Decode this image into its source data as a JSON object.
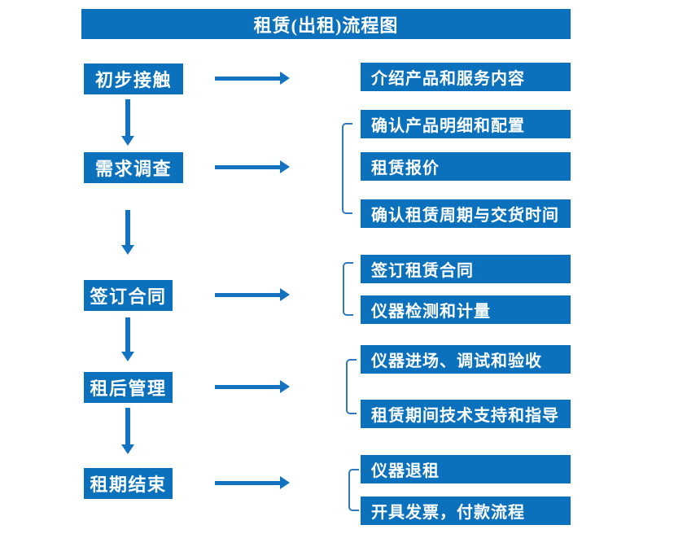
{
  "title": "租赁(出租)流程图",
  "steps": [
    {
      "label": "初步接触",
      "details": [
        "介绍产品和服务内容"
      ]
    },
    {
      "label": "需求调查",
      "details": [
        "确认产品明细和配置",
        "租赁报价",
        "确认租赁周期与交货时间"
      ]
    },
    {
      "label": "签订合同",
      "details": [
        "签订租赁合同",
        "仪器检测和计量"
      ]
    },
    {
      "label": "租后管理",
      "details": [
        "仪器进场、调试和验收",
        "租赁期间技术支持和指导"
      ]
    },
    {
      "label": "租期结束",
      "details": [
        "仪器退租",
        "开具发票，付款流程"
      ]
    }
  ],
  "colors": {
    "box_blue": "#0c71bd",
    "arrow_blue": "#1373c1",
    "bracket_blue": "#2e79c0",
    "text": "#ffffff",
    "background": "#ffffff"
  }
}
